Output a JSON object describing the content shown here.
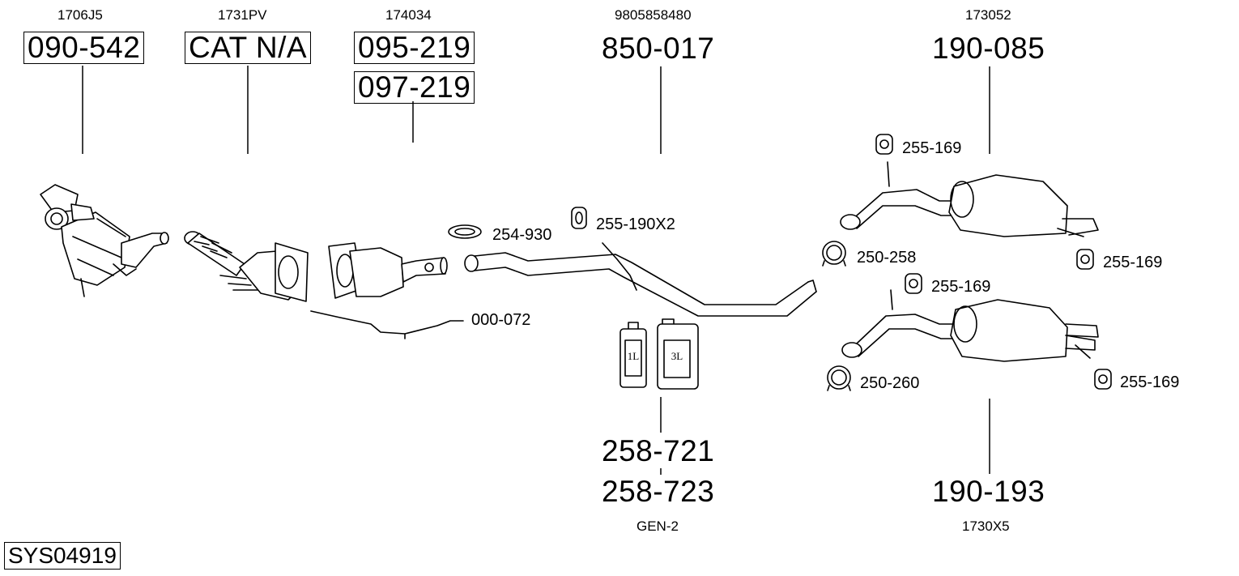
{
  "diagram": {
    "system_id": "SYS04919",
    "groups": [
      {
        "ref": "1706J5",
        "parts": [
          "090-542"
        ]
      },
      {
        "ref": "1731PV",
        "parts": [
          "CAT N/A"
        ]
      },
      {
        "ref": "174034",
        "parts": [
          "095-219",
          "097-219"
        ]
      },
      {
        "ref": "9805858480",
        "parts": [
          "850-017"
        ]
      },
      {
        "ref": "173052",
        "parts": [
          "190-085"
        ]
      },
      {
        "ref": "GEN-2",
        "parts": [
          "258-721",
          "258-723"
        ]
      },
      {
        "ref": "1730X5",
        "parts": [
          "190-193"
        ]
      }
    ],
    "accessories": {
      "clamp_254_930": "254-930",
      "hanger_255_190x2": "255-190X2",
      "sensor_000_072": "000-072",
      "rubber_255_169_a": "255-169",
      "clamp_250_258": "250-258",
      "rubber_255_169_b": "255-169",
      "rubber_255_169_c": "255-169",
      "clamp_250_260": "250-260",
      "rubber_255_169_d": "255-169"
    },
    "canisters": {
      "small": "1L",
      "large": "3L"
    }
  }
}
